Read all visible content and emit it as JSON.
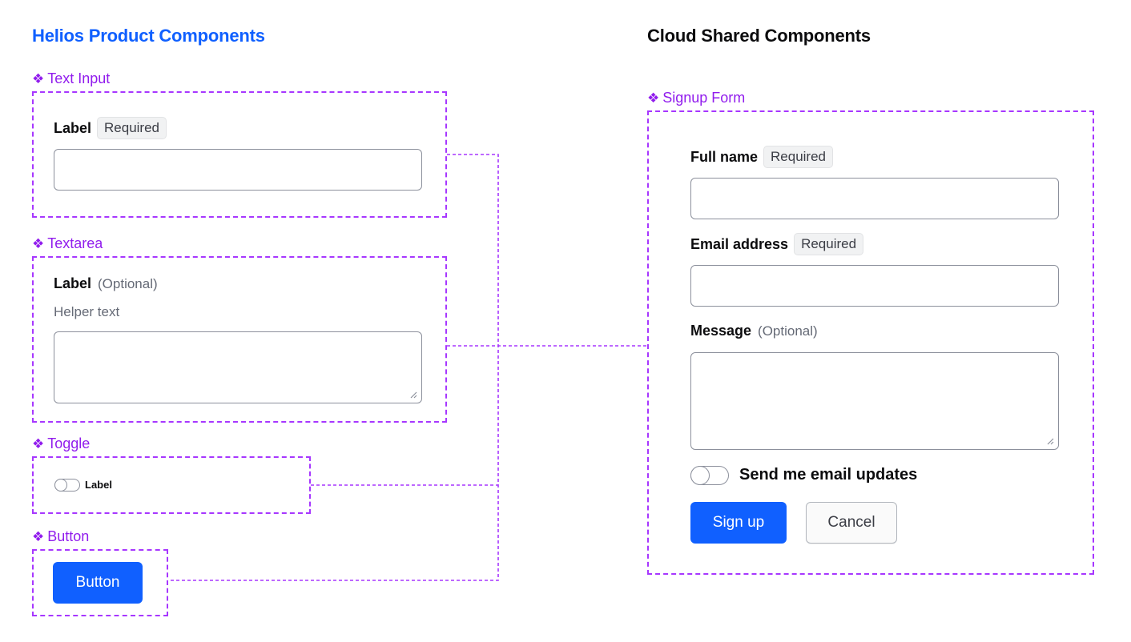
{
  "titles": {
    "left": "Helios Product Components",
    "right": "Cloud Shared Components"
  },
  "component_icon": "component-diamond-icon",
  "components": {
    "text_input": {
      "name": "Text Input",
      "label": "Label",
      "badge": "Required"
    },
    "textarea": {
      "name": "Textarea",
      "label": "Label",
      "optional": "(Optional)",
      "helper": "Helper text"
    },
    "toggle": {
      "name": "Toggle",
      "label": "Label"
    },
    "button": {
      "name": "Button",
      "label": "Button"
    }
  },
  "signup_form": {
    "name": "Signup Form",
    "full_name": {
      "label": "Full name",
      "badge": "Required"
    },
    "email": {
      "label": "Email address",
      "badge": "Required"
    },
    "message": {
      "label": "Message",
      "optional": "(Optional)"
    },
    "toggle_label": "Send me email updates",
    "signup_button": "Sign up",
    "cancel_button": "Cancel"
  },
  "colors": {
    "brand_blue": "#1060ff",
    "component_purple": "#911ced",
    "frame_dash": "#a737ff"
  }
}
